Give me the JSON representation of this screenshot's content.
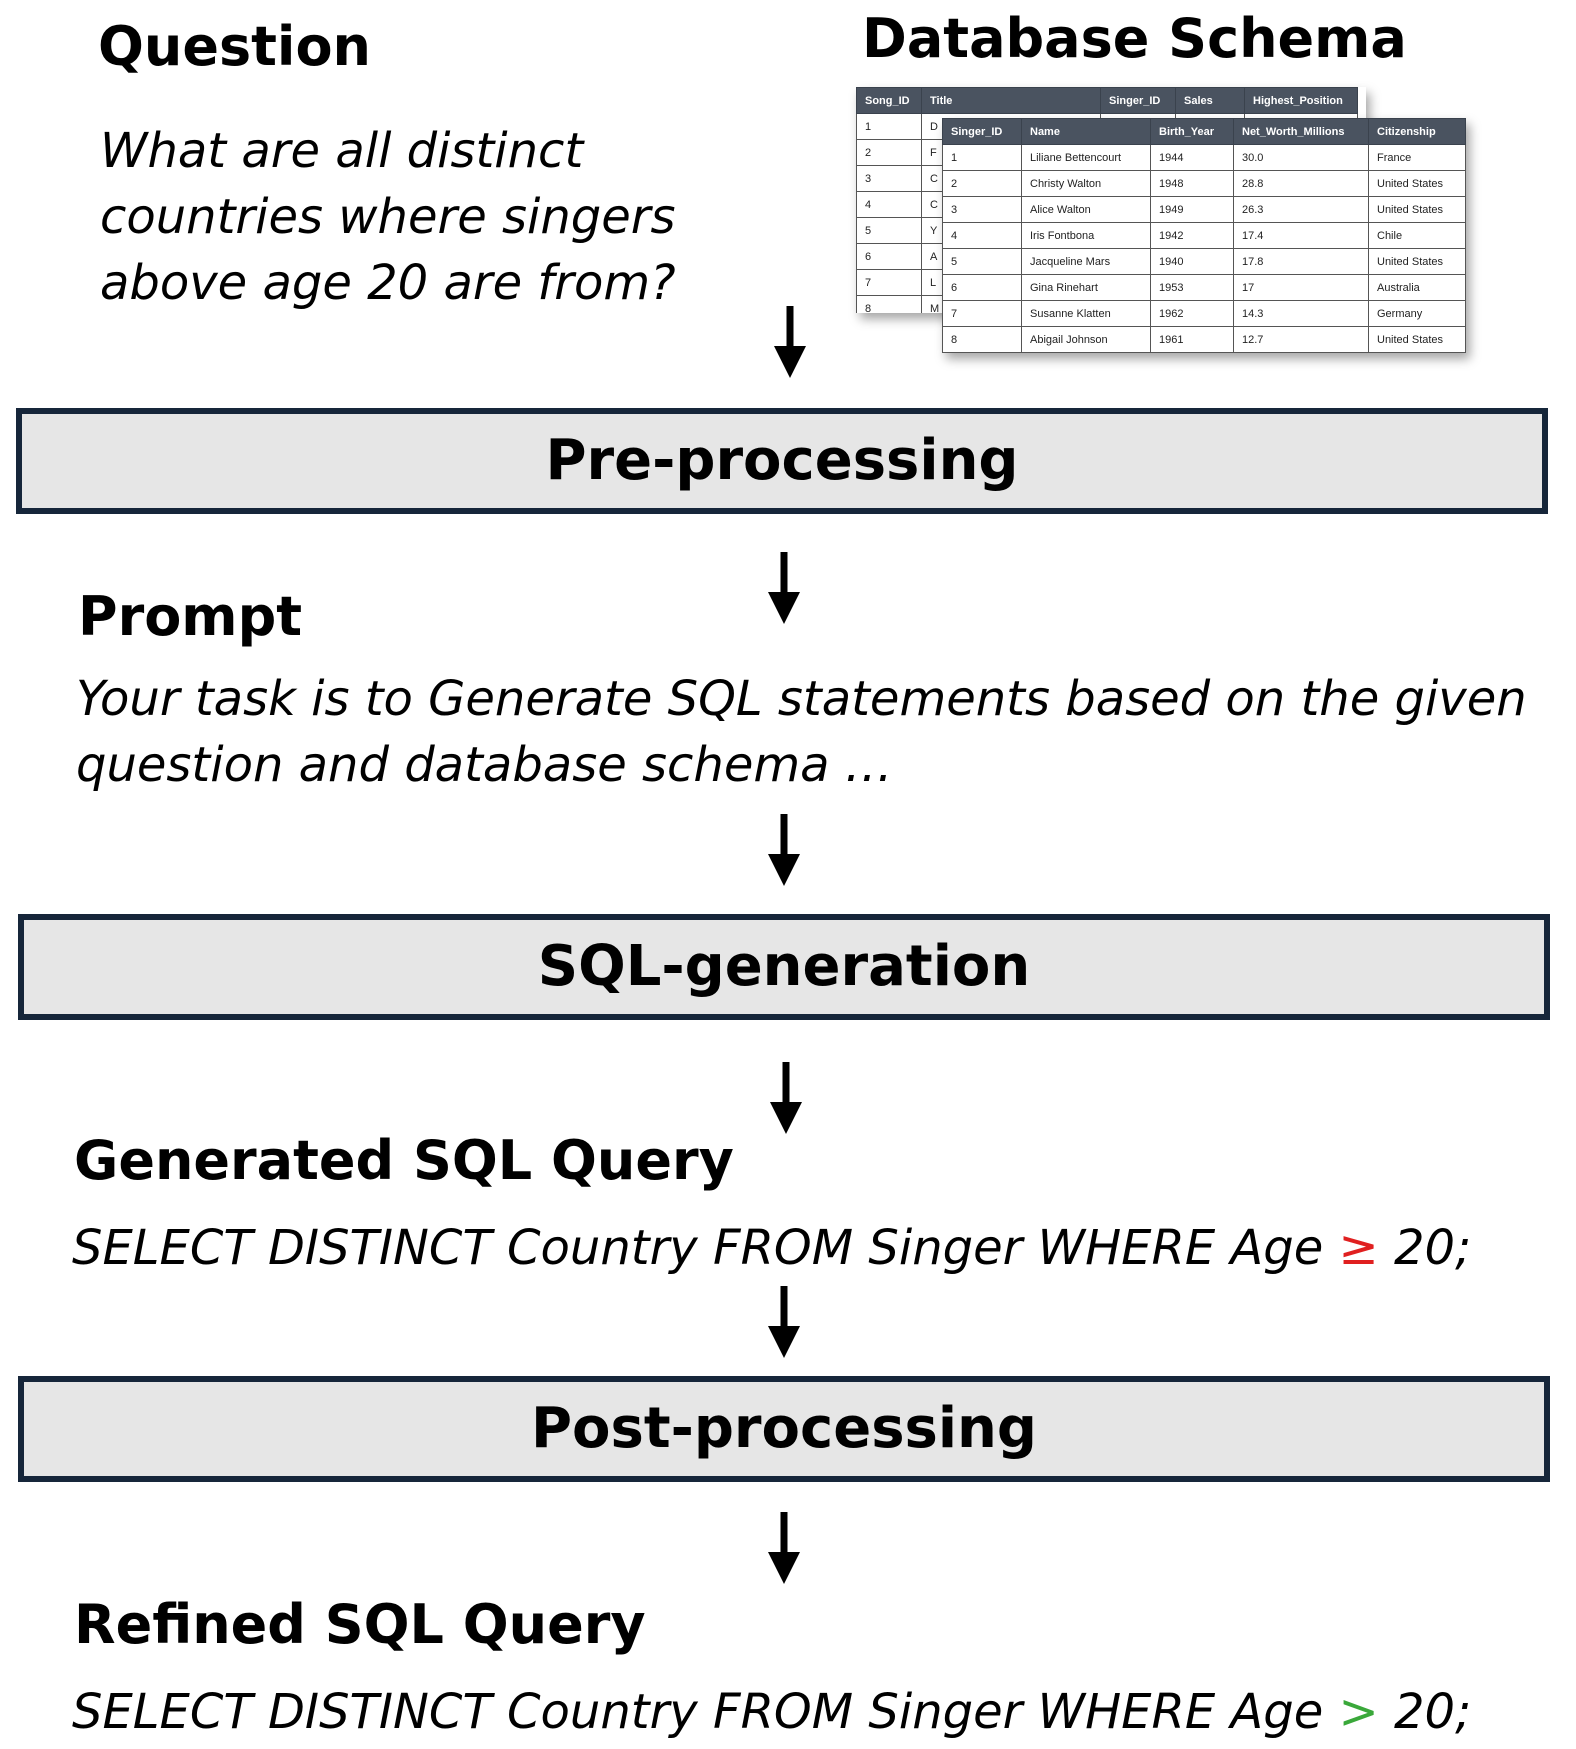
{
  "question": {
    "heading": "Question",
    "lines": [
      "What are all distinct",
      "countries where singers",
      "above age 20 are from?"
    ]
  },
  "schema": {
    "heading": "Database Schema",
    "song_table": {
      "columns": [
        "Song_ID",
        "Title",
        "Singer_ID",
        "Sales",
        "Highest_Position"
      ],
      "rows": [
        [
          "1",
          "D"
        ],
        [
          "2",
          "F"
        ],
        [
          "3",
          "C"
        ],
        [
          "4",
          "C"
        ],
        [
          "5",
          "Y"
        ],
        [
          "6",
          "A"
        ],
        [
          "7",
          "L"
        ],
        [
          "8",
          "M"
        ]
      ]
    },
    "singer_table": {
      "columns": [
        "Singer_ID",
        "Name",
        "Birth_Year",
        "Net_Worth_Millions",
        "Citizenship"
      ],
      "rows": [
        [
          "1",
          "Liliane Bettencourt",
          "1944",
          "30.0",
          "France"
        ],
        [
          "2",
          "Christy Walton",
          "1948",
          "28.8",
          "United States"
        ],
        [
          "3",
          "Alice Walton",
          "1949",
          "26.3",
          "United States"
        ],
        [
          "4",
          "Iris Fontbona",
          "1942",
          "17.4",
          "Chile"
        ],
        [
          "5",
          "Jacqueline Mars",
          "1940",
          "17.8",
          "United States"
        ],
        [
          "6",
          "Gina Rinehart",
          "1953",
          "17",
          "Australia"
        ],
        [
          "7",
          "Susanne Klatten",
          "1962",
          "14.3",
          "Germany"
        ],
        [
          "8",
          "Abigail Johnson",
          "1961",
          "12.7",
          "United States"
        ]
      ]
    }
  },
  "stages": {
    "preprocessing": "Pre-processing",
    "sql_generation": "SQL-generation",
    "postprocessing": "Post-processing"
  },
  "prompt": {
    "heading": "Prompt",
    "lines": [
      "Your task is to Generate SQL statements based on the given",
      "question and database schema …"
    ]
  },
  "generated": {
    "heading": "Generated SQL Query",
    "before": "SELECT DISTINCT Country FROM Singer WHERE Age ",
    "operator": "≥",
    "after": " 20;"
  },
  "refined": {
    "heading": "Refined SQL Query",
    "before": "SELECT DISTINCT Country FROM Singer WHERE Age ",
    "operator": ">",
    "after": " 20;"
  },
  "colors": {
    "stage_fill": "#e6e6e6",
    "stage_border": "#16263a",
    "wrong_operator": "#e02020",
    "fixed_operator": "#3aa83a"
  }
}
